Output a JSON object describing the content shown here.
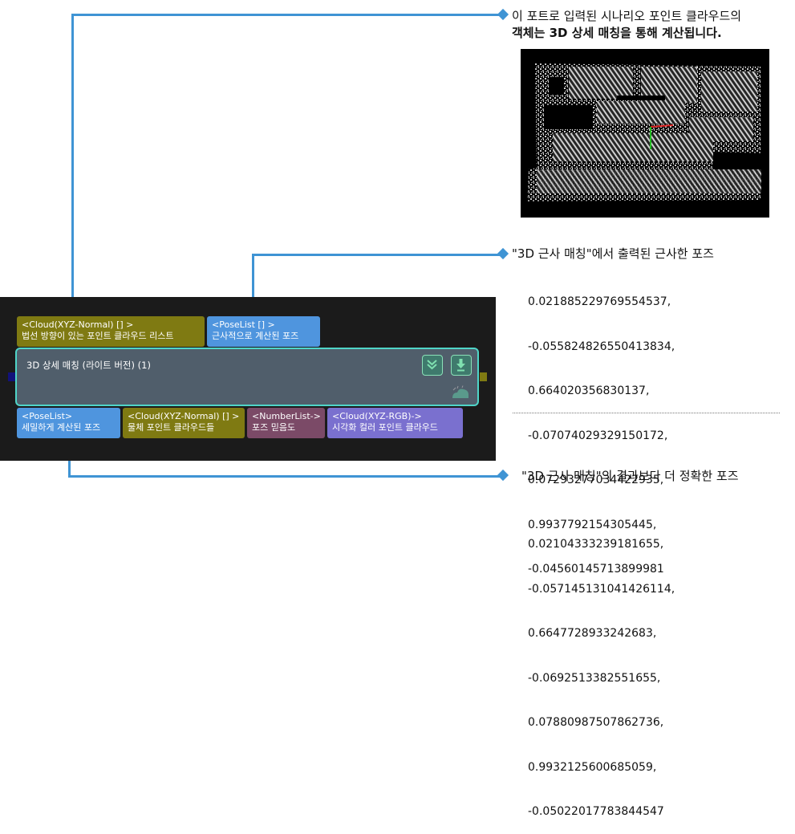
{
  "annotations": {
    "input_note_line1": "이 포트로 입력된 시나리오 포인트 클라우드의",
    "input_note_line2": "객체는 3D 상세 매칭을 통해 계산됩니다.",
    "approx_pose_note": "\"3D 근사 매칭\"에서 출력된 근사한 포즈",
    "approx_pose_values": [
      "0.021885229769554537,",
      "-0.055824826550413834,",
      "0.664020356830137,",
      "-0.07074029329150172,",
      "0.07293277034422935,",
      "0.9937792154305445,",
      "-0.04560145713899981"
    ],
    "refined_pose_note": "\"3D 근사 매칭\"의 결과보다 더 정확한 포즈",
    "refined_pose_values": [
      "0.02104333239181655,",
      "-0.057145131041426114,",
      "0.6647728933242683,",
      "-0.0692513382551655,",
      "0.07880987507862736,",
      "0.9932125600685059,",
      "-0.05022017783844547"
    ]
  },
  "node": {
    "title": "3D 상세 매칭 (라이트 버전) (1)",
    "input_ports": [
      {
        "type": "<Cloud(XYZ-Normal) [] >",
        "desc": "법선 방향이 있는 포인트 클라우드 리스트"
      },
      {
        "type": "<PoseList [] >",
        "desc": "근사적으로 계산된 포즈"
      }
    ],
    "output_ports": [
      {
        "type": "<PoseList>",
        "desc": "세밀하게 계산된 포즈"
      },
      {
        "type": "<Cloud(XYZ-Normal) [] >",
        "desc": "물체 포인트 클라우드들"
      },
      {
        "type": "<NumberList->",
        "desc": "포즈 믿음도"
      },
      {
        "type": "<Cloud(XYZ-RGB)->",
        "desc": "시각화 컬러 포인트 클라우드"
      }
    ]
  },
  "icons": {
    "collapse": "double-chevron-down-icon",
    "run": "download-arrow-icon",
    "status": "cloud-status-icon",
    "connector": "diamond-icon"
  },
  "colors": {
    "wire": "#3f94d4",
    "panel_bg": "#1b1b1b",
    "node_bg": "#505e6b",
    "node_border": "#4fd5c8",
    "port_olive": "#7f7a12",
    "port_blue": "#4f95de",
    "port_plum": "#7b4a67",
    "port_violet": "#7a70cf"
  }
}
